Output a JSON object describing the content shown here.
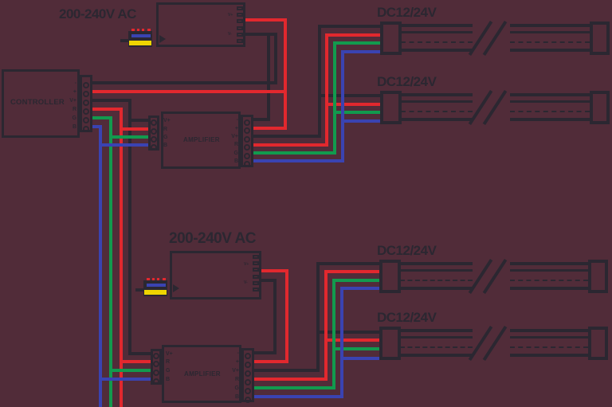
{
  "colors": {
    "background": "#512c39",
    "line": "#2b2731",
    "red": "#e2282e",
    "green": "#129a4e",
    "blue": "#3a43b1",
    "yellow": "#efd500"
  },
  "top_section": {
    "ac_label": "200-240V AC",
    "power_supply": {
      "output_plus_label": "V+",
      "output_minus_label": "V-"
    },
    "controller": {
      "title": "CONTROLLER",
      "terminals": [
        "-",
        "+",
        "V+",
        "R",
        "G",
        "B"
      ]
    },
    "amplifier": {
      "title": "AMPLIFIER",
      "input_terminals": [
        "V+",
        "R",
        "G",
        "B"
      ],
      "output_terminals": [
        "-",
        "+",
        "V+",
        "R",
        "G",
        "B"
      ]
    },
    "strips": [
      {
        "label": "DC12/24V"
      },
      {
        "label": "DC12/24V"
      }
    ]
  },
  "bottom_section": {
    "ac_label": "200-240V AC",
    "power_supply": {
      "output_plus_label": "V+",
      "output_minus_label": "V-"
    },
    "amplifier": {
      "title": "AMPLIFIER",
      "input_terminals": [
        "V+",
        "R",
        "G",
        "B"
      ],
      "output_terminals": [
        "-",
        "+",
        "V+",
        "R",
        "G",
        "B"
      ]
    },
    "strips": [
      {
        "label": "DC12/24V"
      },
      {
        "label": "DC12/24V"
      }
    ]
  }
}
